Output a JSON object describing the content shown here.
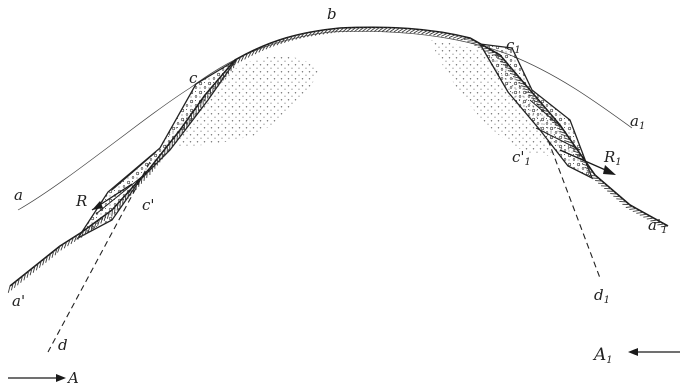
{
  "colors": {
    "ink": "#222222",
    "hatch": "#3a3a3a",
    "stipple": "#555555",
    "background": "#ffffff"
  },
  "labels": {
    "a": "a",
    "a_prime": "a'",
    "b": "b",
    "c": "c",
    "c_prime": "c'",
    "R": "R",
    "d": "d",
    "A": "A",
    "a1": "a",
    "a1_sub": "1",
    "a1_prime": "a'",
    "a1_prime_sub": "1",
    "c1": "c",
    "c1_sub": "1",
    "c1_prime": "c'",
    "c1_prime_sub": "1",
    "R1": "R",
    "R1_sub": "1",
    "d1": "d",
    "d1_sub": "1",
    "A1": "A",
    "A1_sub": "1"
  }
}
